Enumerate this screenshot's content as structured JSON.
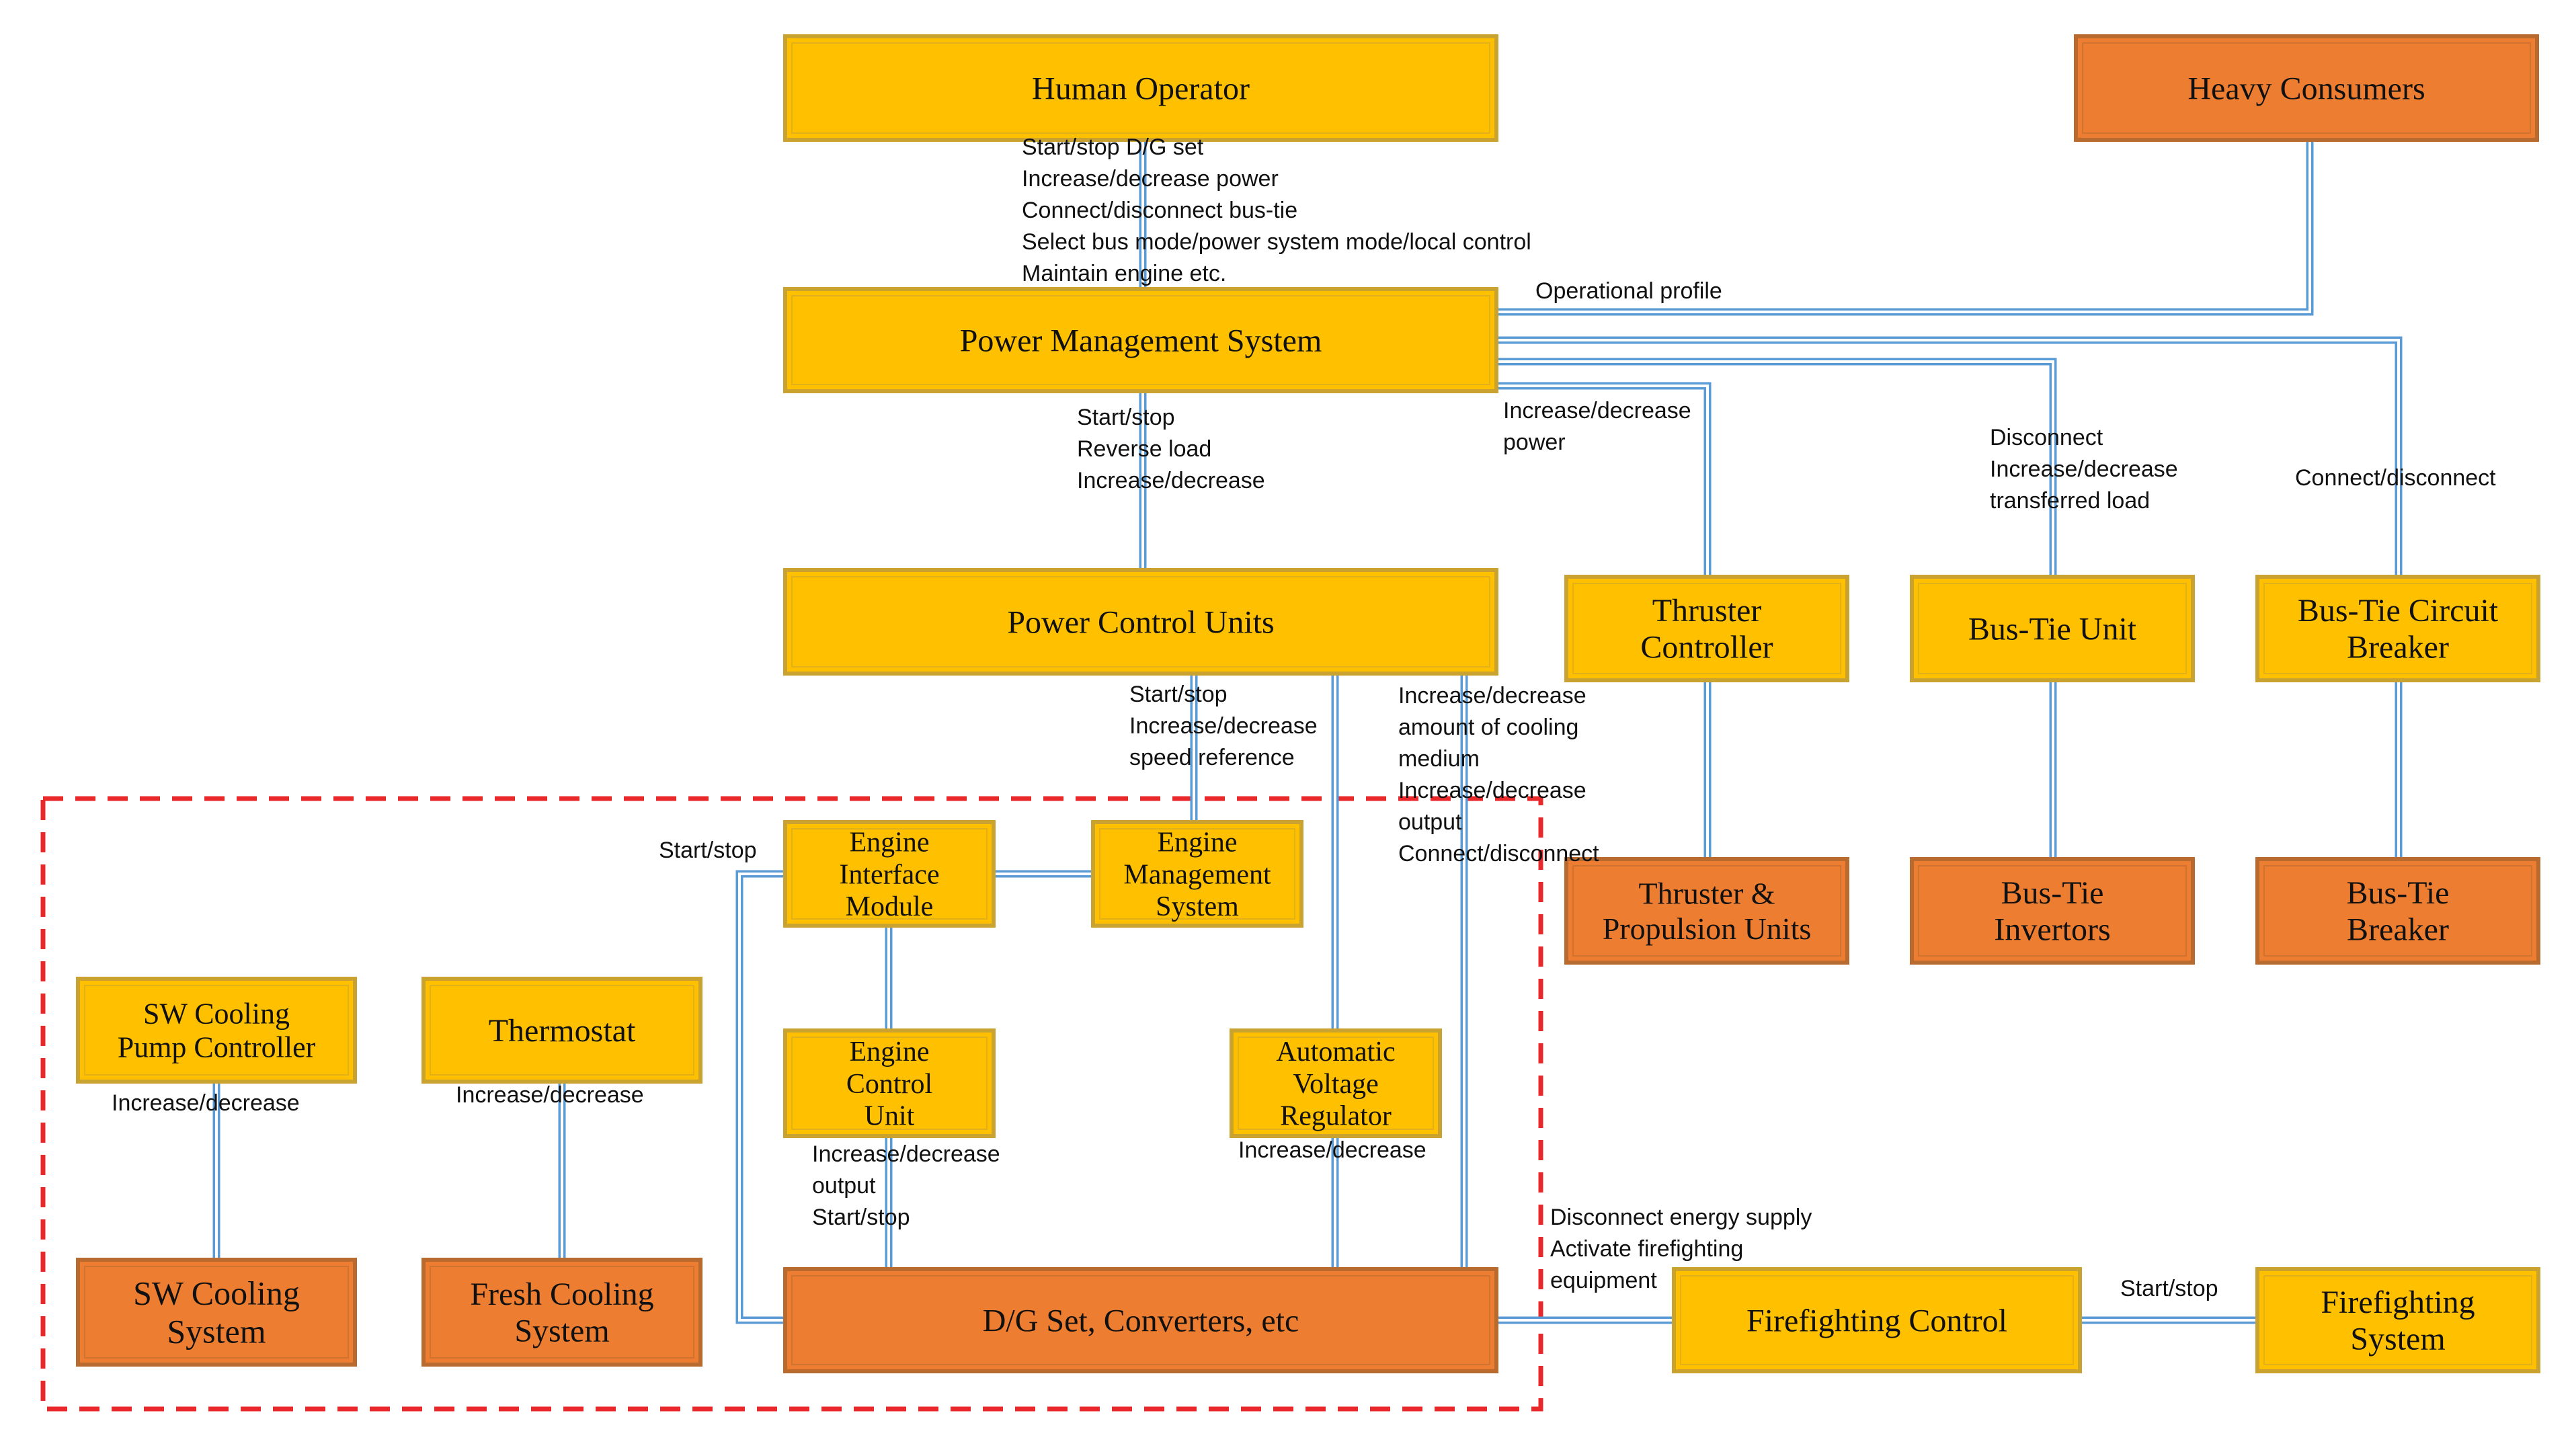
{
  "colors": {
    "controller_fill": "#FFC000",
    "controller_stroke": "#C9A230",
    "physical_fill": "#ED7D31",
    "physical_stroke": "#B86A2F",
    "connector": "#5B9BD5",
    "boundary": "#E8282A"
  },
  "boxes": {
    "human_operator": [
      "Human Operator"
    ],
    "heavy_consumers": [
      "Heavy Consumers"
    ],
    "pms": [
      "Power Management System"
    ],
    "pcu": [
      "Power Control Units"
    ],
    "thruster_controller": [
      "Thruster",
      "Controller"
    ],
    "bus_tie_unit": [
      "Bus-Tie Unit"
    ],
    "bus_tie_cb": [
      "Bus-Tie Circuit",
      "Breaker"
    ],
    "thruster_units": [
      "Thruster &",
      "Propulsion Units"
    ],
    "bus_tie_invertors": [
      "Bus-Tie",
      "Invertors"
    ],
    "bus_tie_breaker": [
      "Bus-Tie",
      "Breaker"
    ],
    "eim": [
      "Engine",
      "Interface",
      "Module"
    ],
    "ems": [
      "Engine",
      "Management",
      "System"
    ],
    "ecu": [
      "Engine",
      "Control",
      "Unit"
    ],
    "avr": [
      "Automatic",
      "Voltage",
      "Regulator"
    ],
    "sw_pump_ctrl": [
      "SW Cooling",
      "Pump Controller"
    ],
    "thermostat": [
      "Thermostat"
    ],
    "sw_cooling": [
      "SW Cooling",
      "System"
    ],
    "fresh_cooling": [
      "Fresh Cooling",
      "System"
    ],
    "dg_set": [
      "D/G Set, Converters, etc"
    ],
    "ff_control": [
      "Firefighting  Control"
    ],
    "ff_system": [
      "Firefighting",
      "System"
    ]
  },
  "labels": {
    "operator_cmds": [
      "Start/stop D/G set",
      "Increase/decrease power",
      "Connect/disconnect bus-tie",
      "Select bus mode/power system mode/local control",
      "Maintain engine etc."
    ],
    "operational_profile": [
      "Operational profile"
    ],
    "pms_to_pcu": [
      "Start/stop",
      "Reverse load",
      "Increase/decrease"
    ],
    "pms_to_thruster": [
      "Increase/decrease",
      "power"
    ],
    "pms_to_bustie": [
      "Disconnect",
      "Increase/decrease",
      "transferred load"
    ],
    "pms_to_cb": [
      "Connect/disconnect"
    ],
    "pcu_to_eim": [
      "Start/stop",
      "Increase/decrease",
      "speed reference"
    ],
    "pcu_to_dg": [
      "Increase/decrease",
      "amount of cooling",
      "medium",
      "Increase/decrease",
      "output",
      "Connect/disconnect"
    ],
    "eim_to_dg": [
      "Start/stop"
    ],
    "sw_pump": [
      "Increase/decrease"
    ],
    "thermostat_ctrl": [
      "Increase/decrease"
    ],
    "ecu_to_dg": [
      "Increase/decrease",
      "output",
      "Start/stop"
    ],
    "avr_to_dg": [
      "Increase/decrease"
    ],
    "ff_to_dg": [
      "Disconnect energy supply",
      "Activate firefighting",
      "equipment"
    ],
    "ff_ctrl_to_sys": [
      "Start/stop"
    ]
  }
}
